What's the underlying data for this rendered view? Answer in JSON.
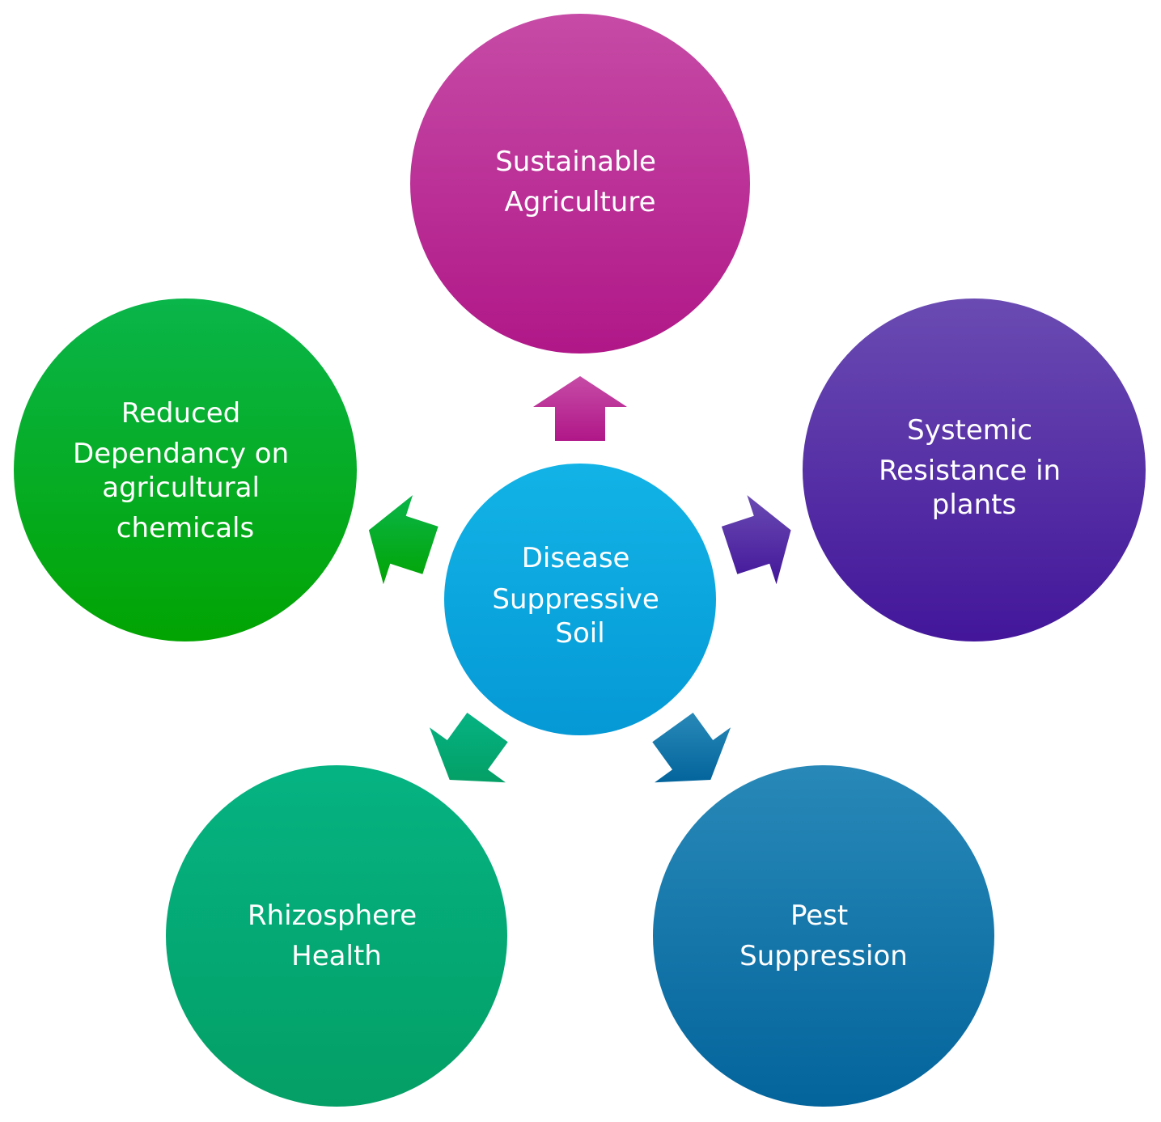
{
  "diagram": {
    "center": {
      "lines": [
        "Disease",
        "Suppressive",
        "Soil"
      ],
      "color_top": "#12B3E6",
      "color_bottom": "#0599D6"
    },
    "nodes": [
      {
        "id": "sustainable-agriculture",
        "lines": [
          "Sustainable",
          "Agriculture"
        ],
        "color_top": "#C64BA6",
        "color_bottom": "#B01788"
      },
      {
        "id": "systemic-resistance",
        "lines": [
          "Systemic",
          "Resistance in",
          "plants"
        ],
        "color_top": "#6A4BB2",
        "color_bottom": "#43169A"
      },
      {
        "id": "pest-suppression",
        "lines": [
          "Pest",
          "Suppression"
        ],
        "color_top": "#2889B8",
        "color_bottom": "#03649C"
      },
      {
        "id": "rhizosphere-health",
        "lines": [
          "Rhizosphere",
          "Health"
        ],
        "color_top": "#05B382",
        "color_bottom": "#049F66"
      },
      {
        "id": "reduced-dependancy",
        "lines": [
          "Reduced",
          "Dependancy on",
          "agricultural",
          "chemicals"
        ],
        "color_top": "#0AB54A",
        "color_bottom": "#02A402"
      }
    ]
  }
}
